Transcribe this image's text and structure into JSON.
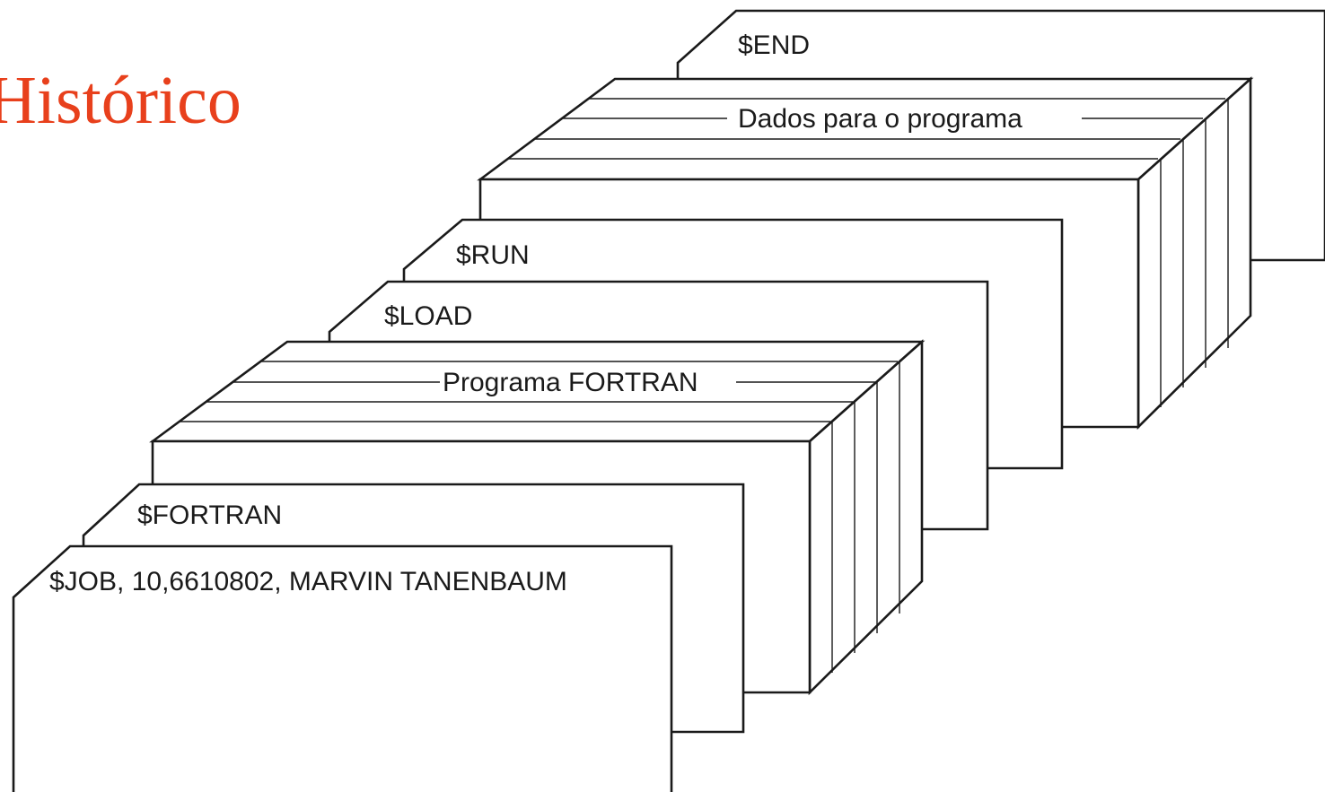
{
  "slide": {
    "title": "Histórico",
    "title_color": "#e8401c"
  },
  "deck": {
    "end": "$END",
    "data_program": "Dados para o programa",
    "run": "$RUN",
    "load": "$LOAD",
    "fortran_program": "Programa FORTRAN",
    "fortran": "$FORTRAN",
    "job": "$JOB, 10,6610802, MARVIN TANENBAUM"
  }
}
